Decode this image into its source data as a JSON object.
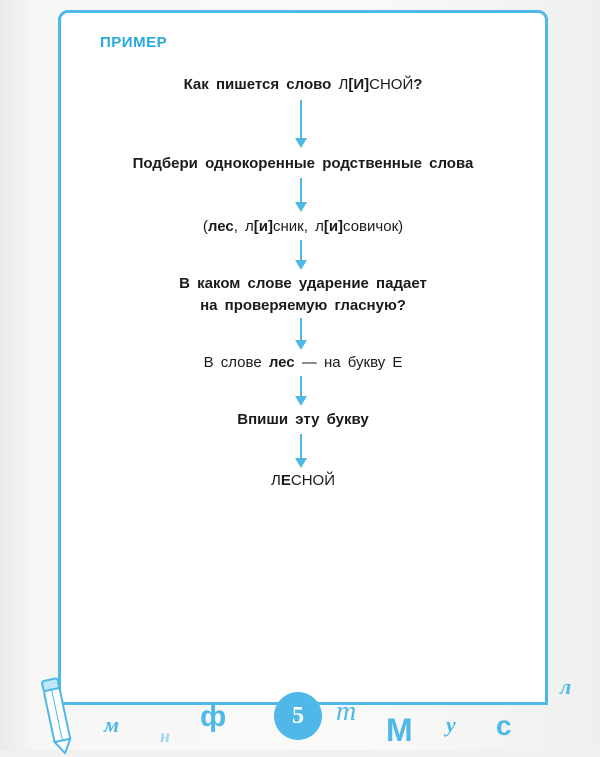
{
  "example": {
    "title": "ПРИМЕР"
  },
  "steps": [
    {
      "type": "question",
      "parts": [
        {
          "text": "Как пишется слово ",
          "bold": true
        },
        {
          "text": "Л",
          "bold": false
        },
        {
          "text": "[И]",
          "bold": true
        },
        {
          "text": "СНОЙ",
          "bold": false
        },
        {
          "text": "?",
          "bold": true
        }
      ]
    },
    {
      "type": "instruction",
      "parts": [
        {
          "text": "Подбери однокоренные родственные слова",
          "bold": true
        }
      ]
    },
    {
      "type": "answer",
      "parts": [
        {
          "text": "(",
          "bold": false
        },
        {
          "text": "лес",
          "bold": true
        },
        {
          "text": ", л",
          "bold": false
        },
        {
          "text": "[и]",
          "bold": true
        },
        {
          "text": "сник, л",
          "bold": false
        },
        {
          "text": "[и]",
          "bold": true
        },
        {
          "text": "совичок)",
          "bold": false
        }
      ]
    },
    {
      "type": "question",
      "line1": "В каком слове ударение падает",
      "line2": "на проверяемую гласную?"
    },
    {
      "type": "answer",
      "parts": [
        {
          "text": "В слове ",
          "bold": false
        },
        {
          "text": "лес",
          "bold": true
        },
        {
          "text": " — на букву Е",
          "bold": false
        }
      ]
    },
    {
      "type": "instruction",
      "parts": [
        {
          "text": "Впиши эту букву",
          "bold": true
        }
      ]
    },
    {
      "type": "answer",
      "parts": [
        {
          "text": "Л",
          "bold": false
        },
        {
          "text": "Е",
          "bold": true
        },
        {
          "text": "СНОЙ",
          "bold": false
        }
      ]
    }
  ],
  "footer": {
    "page_number": "5",
    "letters": [
      "м",
      "н",
      "ф",
      "т",
      "М",
      "у",
      "с",
      "л"
    ]
  },
  "colors": {
    "accent": "#4fb8e8",
    "title": "#29a8e0",
    "text": "#1b1b1b"
  },
  "icons": {
    "arrow": "down-arrow-icon",
    "pencil": "pencil-icon"
  }
}
